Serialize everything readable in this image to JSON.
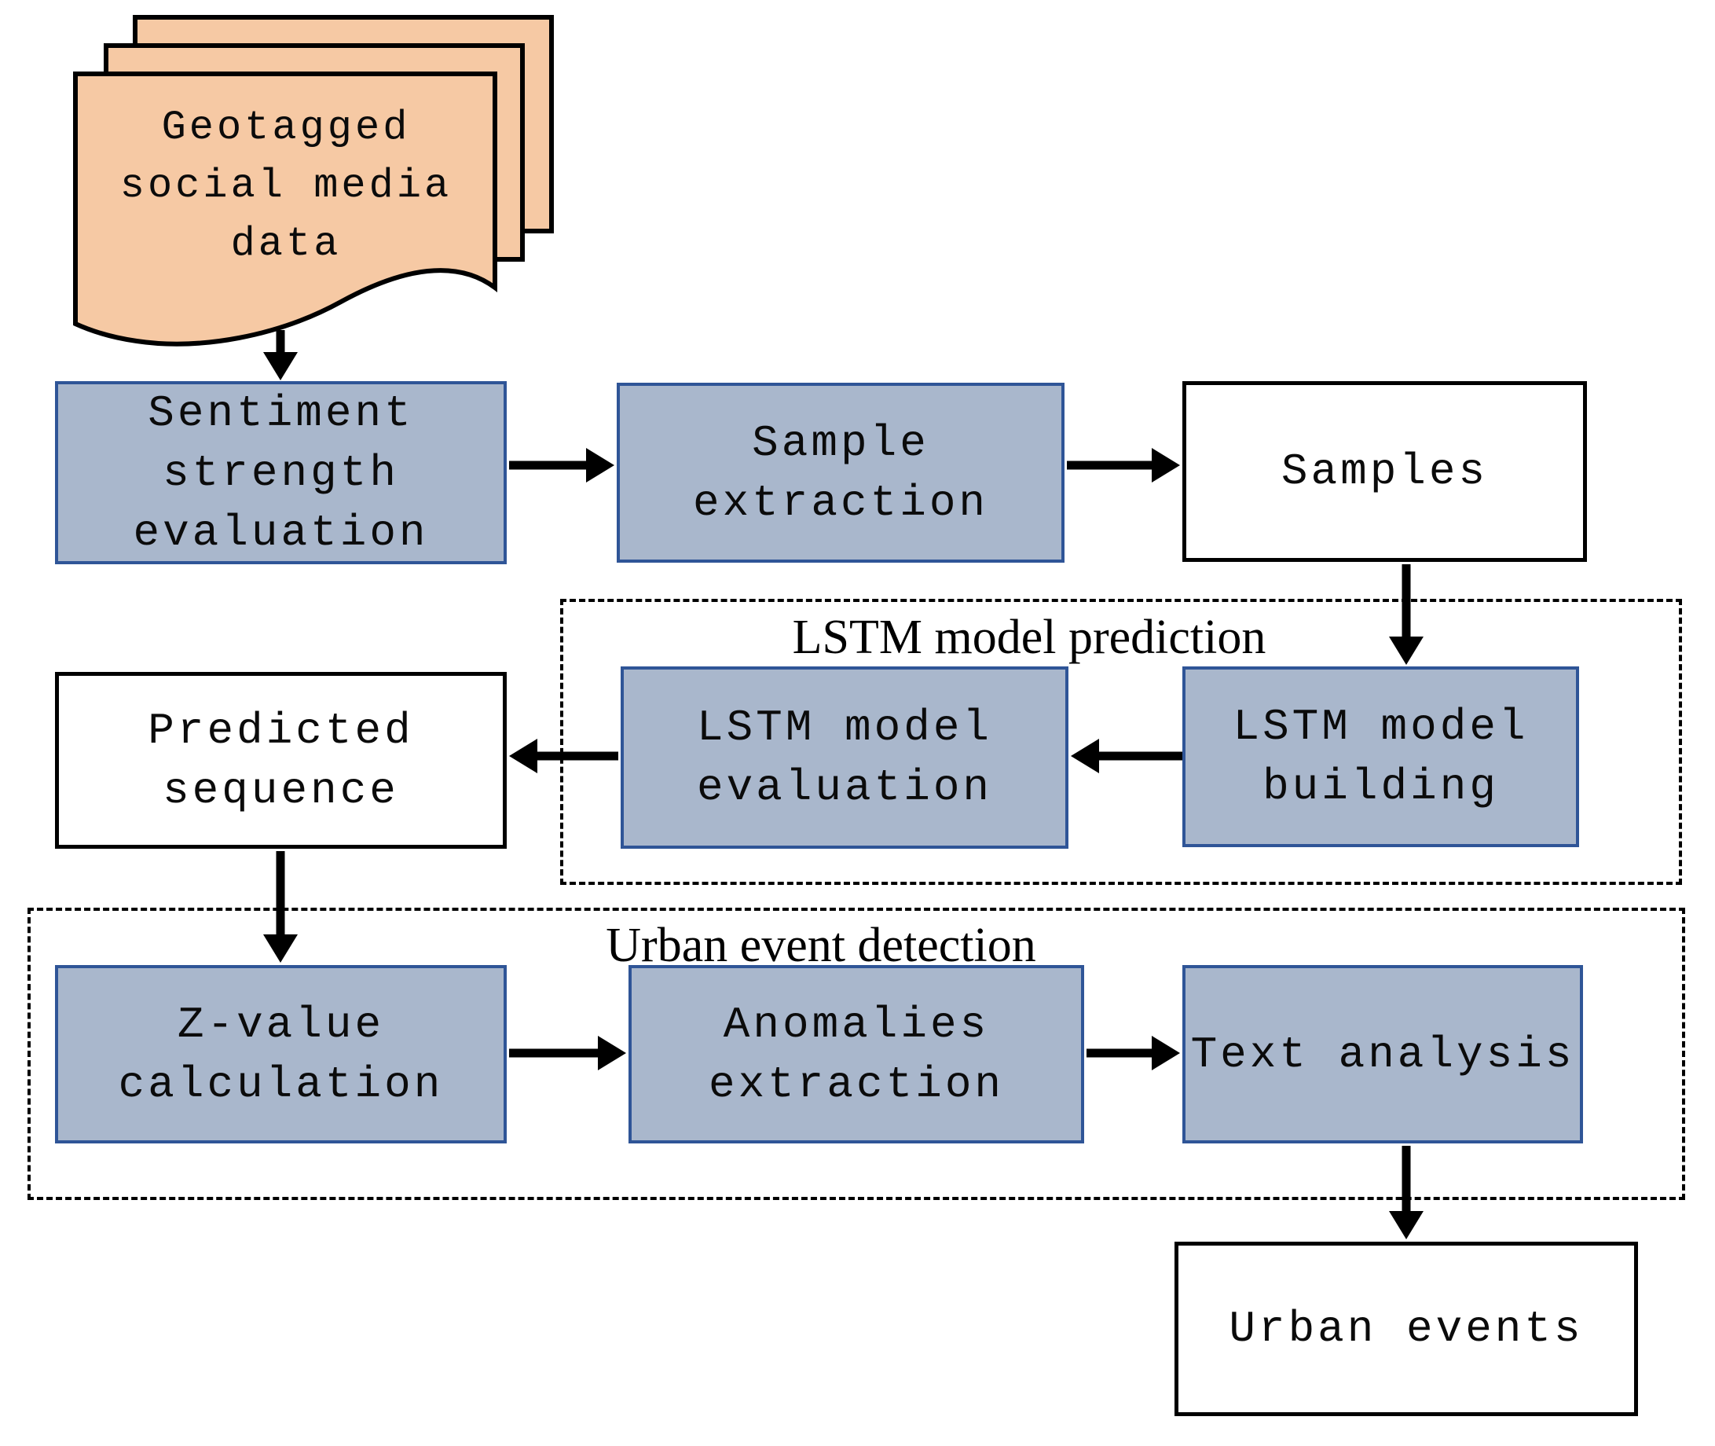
{
  "colors": {
    "doc_fill": "#F6C9A4",
    "node_fill": "#A9B7CC",
    "node_border": "#2F5597",
    "outline": "#000000"
  },
  "nodes": {
    "geotagged": {
      "label": "Geotagged\nsocial media\ndata"
    },
    "sentiment": {
      "label": "Sentiment\nstrength\nevaluation"
    },
    "sample_extraction": {
      "label": "Sample\nextraction"
    },
    "samples": {
      "label": "Samples"
    },
    "lstm_building": {
      "label": "LSTM model\nbuilding"
    },
    "lstm_evaluation": {
      "label": "LSTM model\nevaluation"
    },
    "predicted_sequence": {
      "label": "Predicted\nsequence"
    },
    "z_value": {
      "label": "Z-value\ncalculation"
    },
    "anomalies": {
      "label": "Anomalies\nextraction"
    },
    "text_analysis": {
      "label": "Text analysis"
    },
    "urban_events": {
      "label": "Urban events"
    }
  },
  "containers": {
    "lstm": {
      "label": "LSTM model prediction"
    },
    "urban": {
      "label": "Urban event detection"
    }
  }
}
